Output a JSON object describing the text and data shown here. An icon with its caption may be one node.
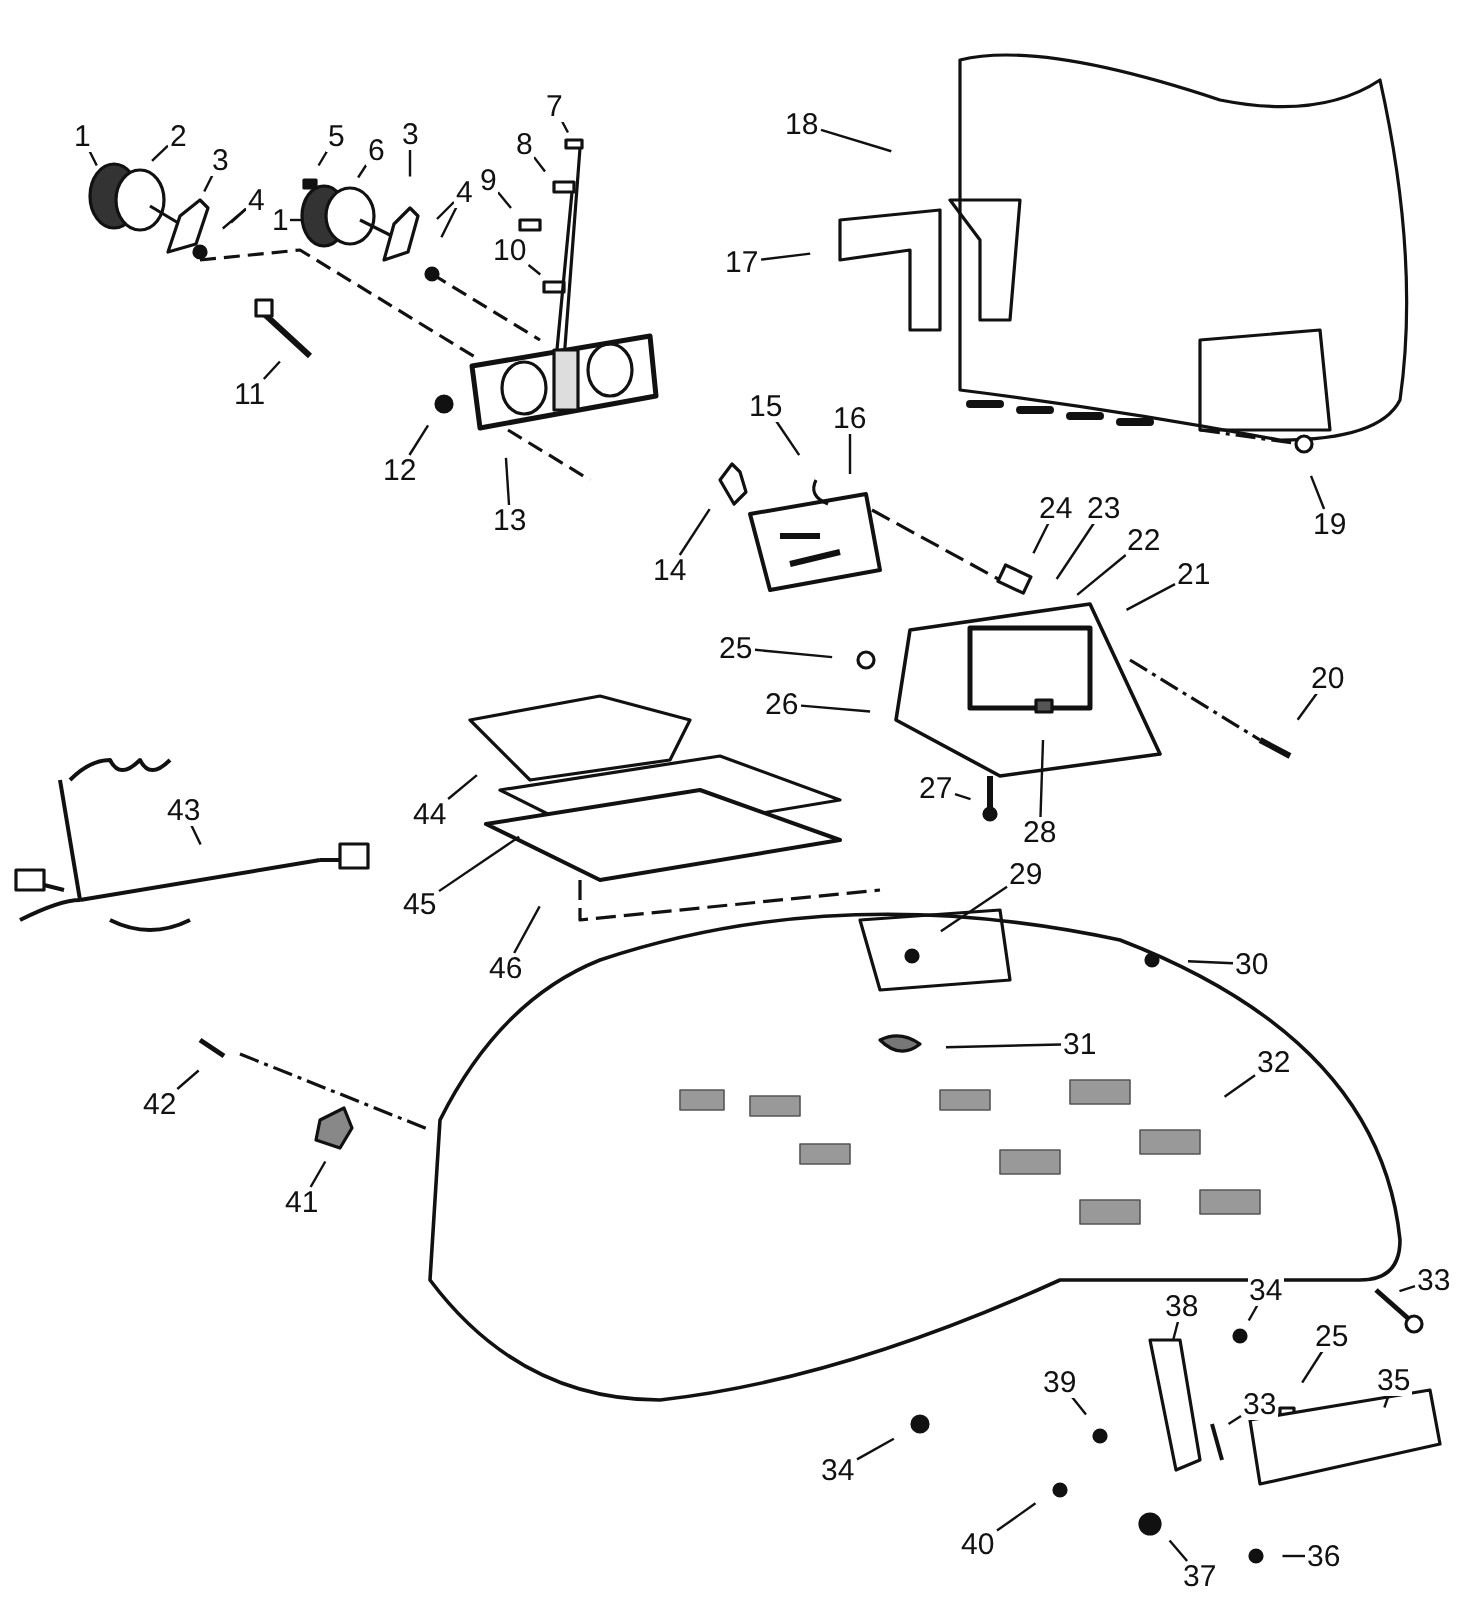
{
  "diagram": {
    "nodes": [
      {
        "text": [
          "1"
        ]
      },
      {
        "text": [
          "2"
        ]
      },
      {
        "text": [
          "3"
        ]
      },
      {
        "text": [
          "4"
        ]
      },
      {
        "text": [
          "5"
        ]
      },
      {
        "text": [
          "6"
        ]
      },
      {
        "text": [
          "1"
        ]
      },
      {
        "text": [
          "3"
        ]
      },
      {
        "text": [
          "4"
        ]
      },
      {
        "text": [
          "7"
        ]
      },
      {
        "text": [
          "8"
        ]
      },
      {
        "text": [
          "9"
        ]
      },
      {
        "text": [
          "10"
        ]
      },
      {
        "text": [
          "11"
        ]
      },
      {
        "text": [
          "12"
        ]
      },
      {
        "text": [
          "13"
        ]
      },
      {
        "text": [
          "14"
        ]
      },
      {
        "text": [
          "15"
        ]
      },
      {
        "text": [
          "16"
        ]
      },
      {
        "text": [
          "17"
        ]
      },
      {
        "text": [
          "18"
        ]
      },
      {
        "text": [
          "19"
        ]
      },
      {
        "text": [
          "20"
        ]
      },
      {
        "text": [
          "21"
        ]
      },
      {
        "text": [
          "22"
        ]
      },
      {
        "text": [
          "23"
        ]
      },
      {
        "text": [
          "24"
        ]
      },
      {
        "text": [
          "25"
        ]
      },
      {
        "text": [
          "26"
        ]
      },
      {
        "text": [
          "27"
        ]
      },
      {
        "text": [
          "28"
        ]
      },
      {
        "text": [
          "29"
        ]
      },
      {
        "text": [
          "30"
        ]
      },
      {
        "text": [
          "31"
        ]
      },
      {
        "text": [
          "32"
        ]
      },
      {
        "text": [
          "33"
        ]
      },
      {
        "text": [
          "33"
        ]
      },
      {
        "text": [
          "34"
        ]
      },
      {
        "text": [
          "35"
        ]
      },
      {
        "text": [
          "36"
        ]
      },
      {
        "text": [
          "37"
        ]
      },
      {
        "text": [
          "38"
        ]
      },
      {
        "text": [
          "39"
        ]
      },
      {
        "text": [
          "40"
        ]
      },
      {
        "text": [
          "41"
        ]
      },
      {
        "text": [
          "42"
        ]
      },
      {
        "text": [
          "43"
        ]
      },
      {
        "text": [
          "44"
        ]
      },
      {
        "text": [
          "45"
        ]
      },
      {
        "text": [
          "46"
        ]
      },
      {
        "text": [
          "25"
        ]
      },
      {
        "text": [
          "34"
        ]
      }
    ],
    "edges": [
      {
        "from": 0,
        "to": null,
        "arrow": "none"
      },
      {
        "from": 1,
        "to": null,
        "arrow": "none"
      },
      {
        "from": 2,
        "to": null,
        "arrow": "none"
      },
      {
        "from": 3,
        "to": null,
        "arrow": "none"
      },
      {
        "from": 3,
        "to": null,
        "arrow": "none"
      },
      {
        "from": 4,
        "to": null,
        "arrow": "none"
      },
      {
        "from": 5,
        "to": null,
        "arrow": "none"
      },
      {
        "from": 6,
        "to": null,
        "arrow": "none"
      },
      {
        "from": 7,
        "to": null,
        "arrow": "none"
      },
      {
        "from": 8,
        "to": null,
        "arrow": "none"
      },
      {
        "from": 8,
        "to": null,
        "arrow": "none"
      },
      {
        "from": 9,
        "to": null,
        "arrow": "none"
      },
      {
        "from": 10,
        "to": null,
        "arrow": "none"
      },
      {
        "from": 11,
        "to": null,
        "arrow": "none"
      },
      {
        "from": 12,
        "to": null,
        "arrow": "none"
      },
      {
        "from": 13,
        "to": null,
        "arrow": "none"
      },
      {
        "from": 14,
        "to": null,
        "arrow": "none"
      },
      {
        "from": 15,
        "to": null,
        "arrow": "none"
      },
      {
        "from": 16,
        "to": null,
        "arrow": "none"
      },
      {
        "from": 17,
        "to": null,
        "arrow": "none"
      },
      {
        "from": 18,
        "to": null,
        "arrow": "none"
      },
      {
        "from": 19,
        "to": null,
        "arrow": "none"
      },
      {
        "from": 20,
        "to": null,
        "arrow": "none"
      },
      {
        "from": 21,
        "to": null,
        "arrow": "none"
      },
      {
        "from": 22,
        "to": null,
        "arrow": "none"
      },
      {
        "from": 23,
        "to": null,
        "arrow": "none"
      },
      {
        "from": 24,
        "to": null,
        "arrow": "none"
      },
      {
        "from": 25,
        "to": null,
        "arrow": "none"
      },
      {
        "from": 26,
        "to": null,
        "arrow": "none"
      },
      {
        "from": 27,
        "to": null,
        "arrow": "none"
      },
      {
        "from": 28,
        "to": null,
        "arrow": "none"
      },
      {
        "from": 29,
        "to": null,
        "arrow": "none"
      },
      {
        "from": 30,
        "to": null,
        "arrow": "none"
      },
      {
        "from": 31,
        "to": null,
        "arrow": "none"
      },
      {
        "from": 32,
        "to": null,
        "arrow": "none"
      },
      {
        "from": 33,
        "to": null,
        "arrow": "none"
      },
      {
        "from": 34,
        "to": null,
        "arrow": "none"
      },
      {
        "from": 35,
        "to": null,
        "arrow": "none"
      },
      {
        "from": 36,
        "to": null,
        "arrow": "none"
      },
      {
        "from": 37,
        "to": null,
        "arrow": "none"
      },
      {
        "from": 38,
        "to": null,
        "arrow": "none"
      },
      {
        "from": 39,
        "to": null,
        "arrow": "none"
      },
      {
        "from": 40,
        "to": null,
        "arrow": "none"
      },
      {
        "from": 41,
        "to": null,
        "arrow": "none"
      },
      {
        "from": 42,
        "to": null,
        "arrow": "none"
      },
      {
        "from": 43,
        "to": null,
        "arrow": "none"
      },
      {
        "from": 44,
        "to": null,
        "arrow": "none"
      },
      {
        "from": 45,
        "to": null,
        "arrow": "none"
      },
      {
        "from": 46,
        "to": null,
        "arrow": "none"
      },
      {
        "from": 47,
        "to": null,
        "arrow": "none"
      },
      {
        "from": 48,
        "to": null,
        "arrow": "none"
      },
      {
        "from": 49,
        "to": null,
        "arrow": "none"
      },
      {
        "from": 50,
        "to": null,
        "arrow": "none"
      },
      {
        "from": 51,
        "to": null,
        "arrow": "none"
      }
    ]
  }
}
